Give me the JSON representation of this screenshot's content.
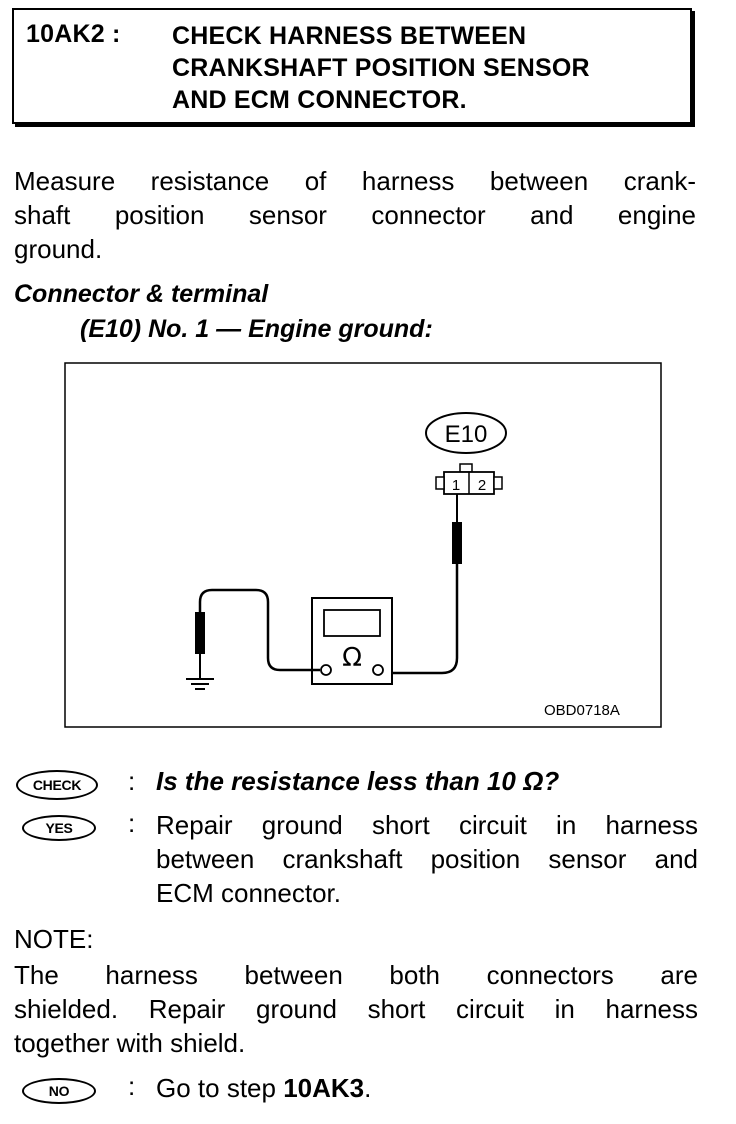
{
  "header": {
    "step_id": "10AK2 :",
    "title_lines": [
      "CHECK HARNESS BETWEEN",
      "CRANKSHAFT POSITION SENSOR",
      "AND ECM CONNECTOR."
    ]
  },
  "instruction": {
    "lines": [
      "Measure resistance of harness between crank-",
      "shaft position sensor connector and engine",
      "ground."
    ]
  },
  "connector": {
    "heading": "Connector & terminal",
    "spec": "(E10) No. 1 — Engine ground:"
  },
  "figure": {
    "connector_label": "E10",
    "pin_1": "1",
    "pin_2": "2",
    "meter_symbol": "Ω",
    "code": "OBD0718A"
  },
  "check": {
    "badge": "CHECK",
    "colon": ":",
    "question": "Is the resistance less than 10 Ω?"
  },
  "yes": {
    "badge": "YES",
    "colon": ":",
    "lines": [
      "Repair ground short circuit in harness",
      "between crankshaft position sensor and",
      "ECM connector."
    ]
  },
  "note": {
    "label": "NOTE:",
    "lines": [
      "The harness between both connectors are",
      "shielded. Repair ground short circuit in harness",
      "together with shield."
    ]
  },
  "no": {
    "badge": "NO",
    "colon": ":",
    "prefix": "Go to step ",
    "step": "10AK3",
    "suffix": "."
  }
}
